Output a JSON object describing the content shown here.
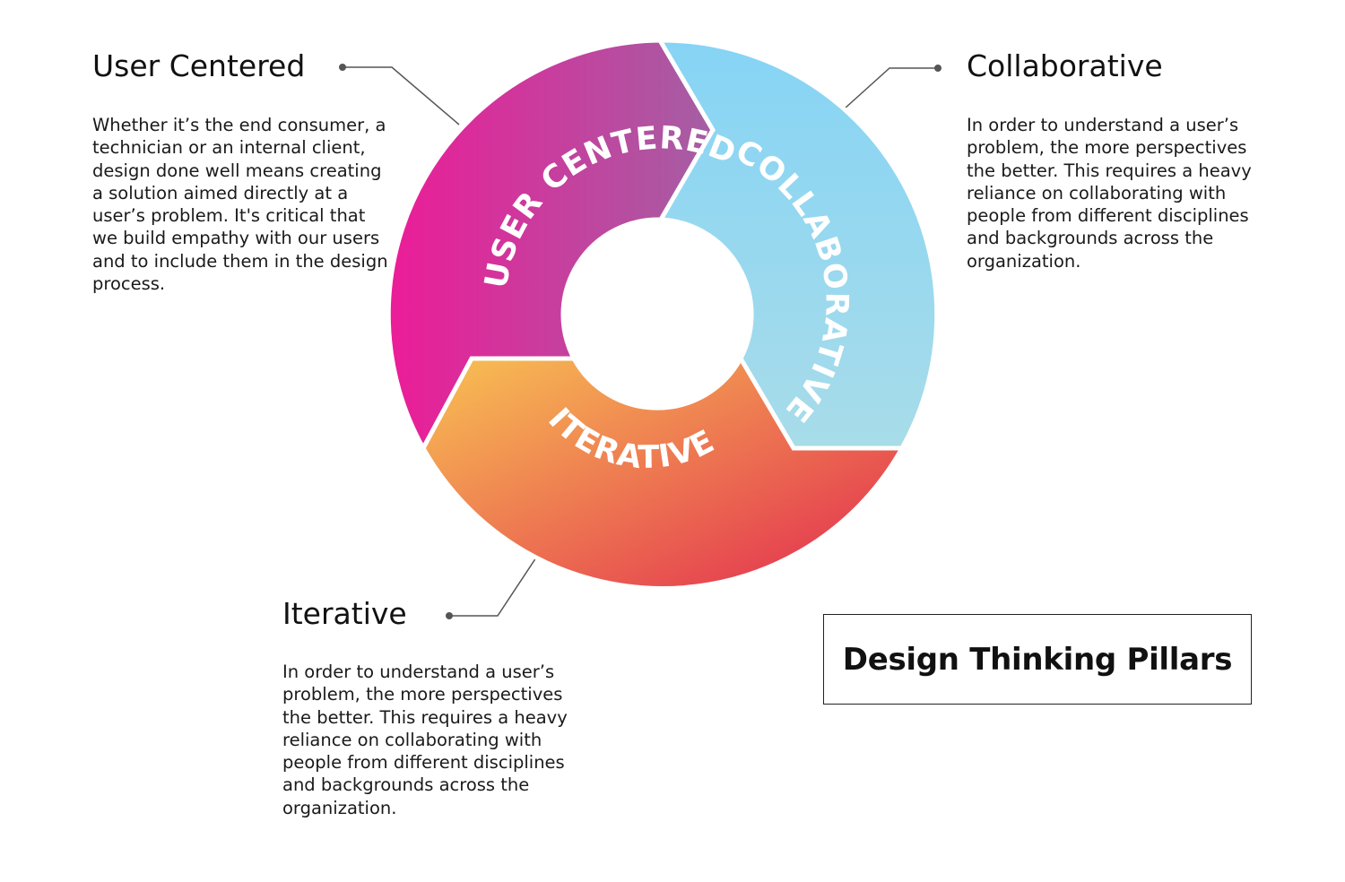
{
  "title": "Design Thinking Pillars",
  "colors": {
    "user_centered_start": "#ec1c98",
    "user_centered_end": "#a45fa3",
    "collaborative_start": "#86d4f5",
    "collaborative_end": "#a8dce9",
    "iterative_start": "#f8c253",
    "iterative_end": "#e2294f",
    "connector": "#555555"
  },
  "pillars": {
    "user_centered": {
      "ring_label": "USER CENTERED",
      "heading": "User Centered",
      "description": "Whether it’s the end consumer, a technician or an internal client, design done well means creating a solution aimed directly at a user’s problem. It's critical that we build empathy with our users and to include them in the design process."
    },
    "collaborative": {
      "ring_label": "COLLABORATIVE",
      "heading": "Collaborative",
      "description": "In order to understand a user’s problem, the more perspectives the better. This requires a heavy reliance on collaborating with people from different disciplines and backgrounds across the organization."
    },
    "iterative": {
      "ring_label": "ITERATIVE",
      "heading": "Iterative",
      "description": "In order to understand a user’s problem, the more perspectives the better. This requires a heavy reliance on collaborating with people from different disciplines and backgrounds across the organization."
    }
  }
}
